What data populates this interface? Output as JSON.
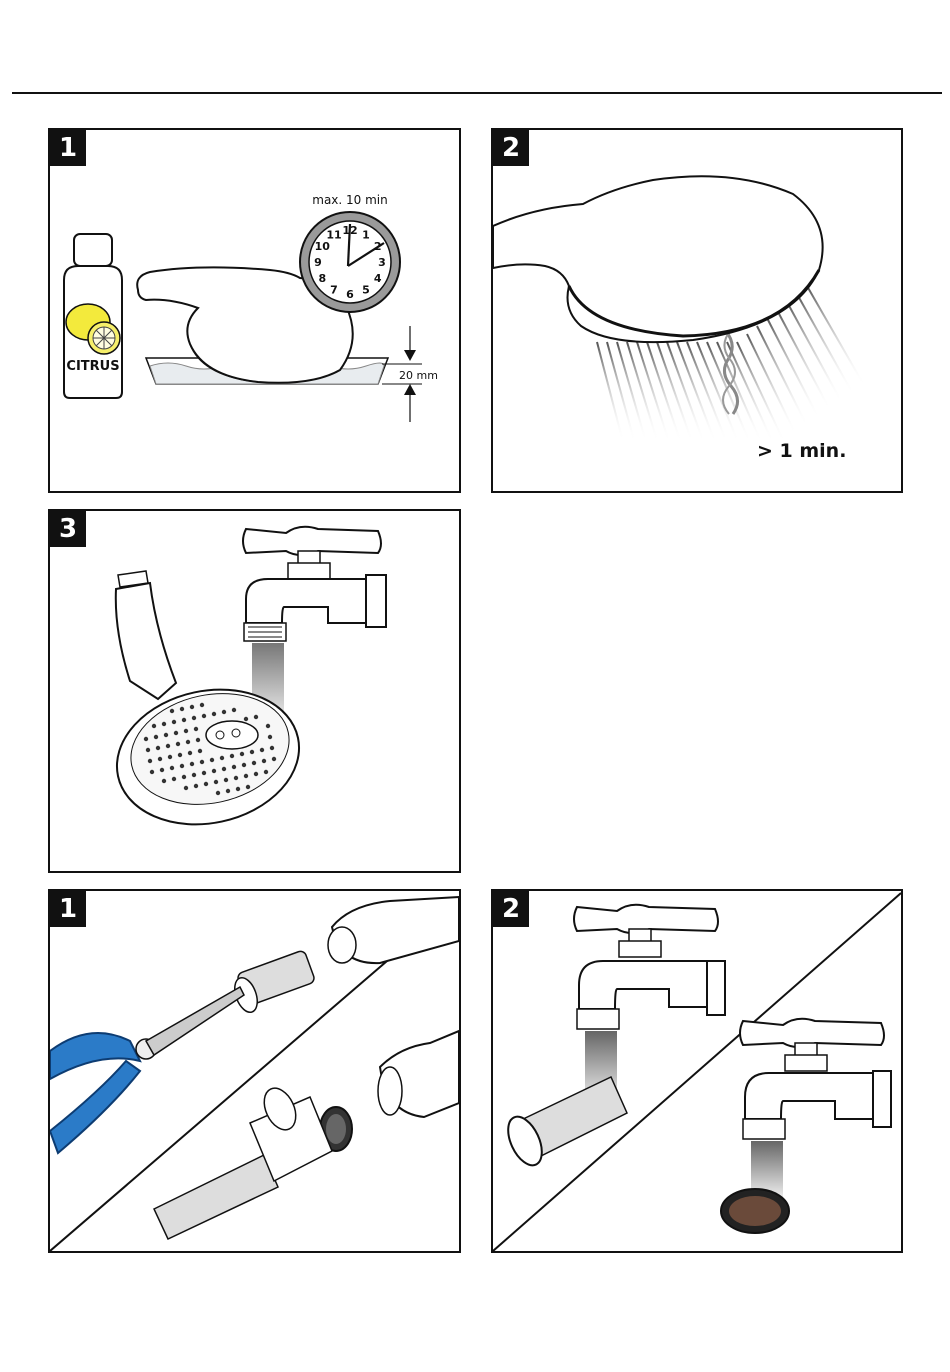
{
  "step1": {
    "number": "1",
    "bottle_label": "CITRUS",
    "clock_caption": "max. 10 min",
    "clock_numbers": [
      "12",
      "1",
      "2",
      "3",
      "4",
      "5",
      "6",
      "7",
      "8",
      "9",
      "10",
      "11"
    ],
    "depth_label": "20 mm"
  },
  "step2": {
    "number": "2",
    "duration": "> 1 min."
  },
  "step3": {
    "number": "3"
  },
  "filter_step1": {
    "number": "1"
  },
  "filter_step2": {
    "number": "2"
  }
}
